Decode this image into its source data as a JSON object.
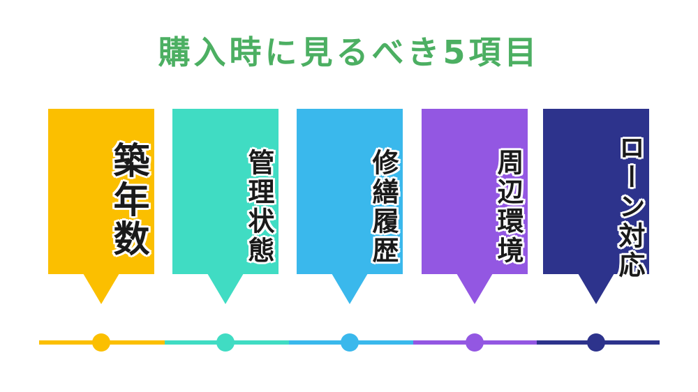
{
  "title": "購入時に見るべき5項目",
  "title_color": "#4caf62",
  "items": [
    {
      "label": "築年数",
      "color": "#fbbf00"
    },
    {
      "label": "管理状態",
      "color": "#40dcc3"
    },
    {
      "label": "修繕履歴",
      "color": "#3ab8ec"
    },
    {
      "label": "周辺環境",
      "color": "#9357e2"
    },
    {
      "label": "ローン対応",
      "color": "#2d338c"
    }
  ]
}
